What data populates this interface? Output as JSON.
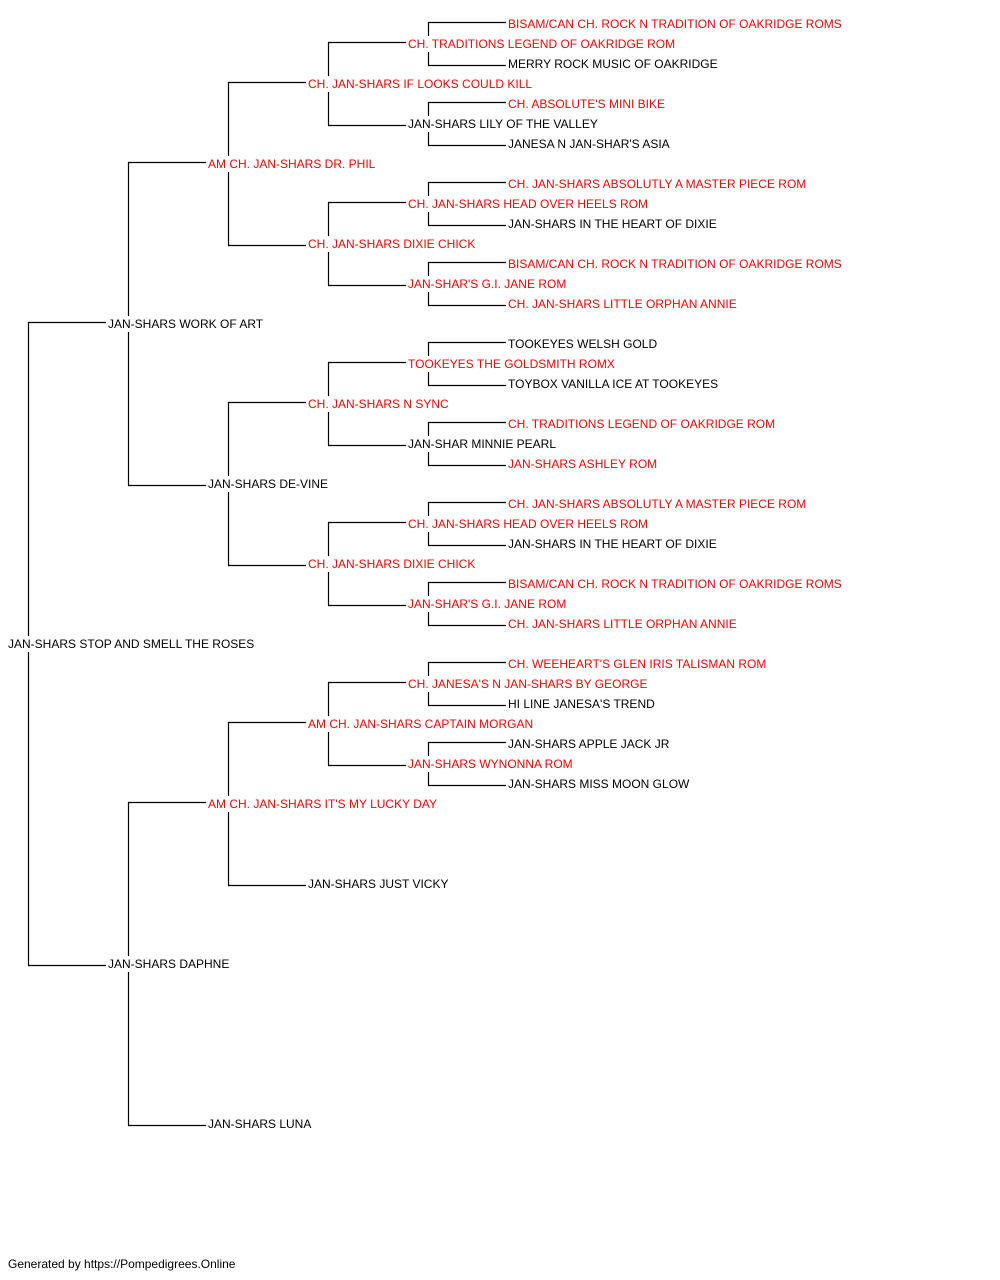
{
  "colors": {
    "titled": "#ff0000",
    "plain": "#000000",
    "line": "#000000"
  },
  "pedigree": {
    "name": "JAN-SHARS STOP AND SMELL THE ROSES",
    "titled": false,
    "sire": {
      "name": "JAN-SHARS WORK OF ART",
      "titled": false,
      "sire": {
        "name": "AM CH. JAN-SHARS DR. PHIL",
        "titled": true,
        "sire": {
          "name": "CH. JAN-SHARS IF LOOKS COULD KILL",
          "titled": true,
          "sire": {
            "name": "CH. TRADITIONS LEGEND OF OAKRIDGE ROM",
            "titled": true,
            "sire": {
              "name": "BISAM/CAN CH. ROCK N TRADITION OF OAKRIDGE ROMS",
              "titled": true
            },
            "dam": {
              "name": "MERRY ROCK MUSIC OF OAKRIDGE",
              "titled": false
            }
          },
          "dam": {
            "name": "JAN-SHARS LILY OF THE VALLEY",
            "titled": false,
            "sire": {
              "name": "CH. ABSOLUTE'S MINI BIKE",
              "titled": true
            },
            "dam": {
              "name": "JANESA N JAN-SHAR'S ASIA",
              "titled": false
            }
          }
        },
        "dam": {
          "name": "CH. JAN-SHARS DIXIE CHICK",
          "titled": true,
          "sire": {
            "name": "CH. JAN-SHARS HEAD OVER HEELS ROM",
            "titled": true,
            "sire": {
              "name": "CH. JAN-SHARS ABSOLUTLY A MASTER PIECE ROM",
              "titled": true
            },
            "dam": {
              "name": "JAN-SHARS IN THE HEART OF DIXIE",
              "titled": false
            }
          },
          "dam": {
            "name": "JAN-SHAR'S G.I. JANE ROM",
            "titled": true,
            "sire": {
              "name": "BISAM/CAN CH. ROCK N TRADITION OF OAKRIDGE ROMS",
              "titled": true
            },
            "dam": {
              "name": "CH. JAN-SHARS LITTLE ORPHAN ANNIE",
              "titled": true
            }
          }
        }
      },
      "dam": {
        "name": "JAN-SHARS DE-VINE",
        "titled": false,
        "sire": {
          "name": "CH. JAN-SHARS N SYNC",
          "titled": true,
          "sire": {
            "name": "TOOKEYES THE GOLDSMITH ROMX",
            "titled": true,
            "sire": {
              "name": "TOOKEYES WELSH GOLD",
              "titled": false
            },
            "dam": {
              "name": "TOYBOX VANILLA ICE AT TOOKEYES",
              "titled": false
            }
          },
          "dam": {
            "name": "JAN-SHAR MINNIE PEARL",
            "titled": false,
            "sire": {
              "name": "CH. TRADITIONS LEGEND OF OAKRIDGE ROM",
              "titled": true
            },
            "dam": {
              "name": "JAN-SHARS ASHLEY ROM",
              "titled": true
            }
          }
        },
        "dam": {
          "name": "CH. JAN-SHARS DIXIE CHICK",
          "titled": true,
          "sire": {
            "name": "CH. JAN-SHARS HEAD OVER HEELS ROM",
            "titled": true,
            "sire": {
              "name": "CH. JAN-SHARS ABSOLUTLY A MASTER PIECE ROM",
              "titled": true
            },
            "dam": {
              "name": "JAN-SHARS IN THE HEART OF DIXIE",
              "titled": false
            }
          },
          "dam": {
            "name": "JAN-SHAR'S G.I. JANE ROM",
            "titled": true,
            "sire": {
              "name": "BISAM/CAN CH. ROCK N TRADITION OF OAKRIDGE ROMS",
              "titled": true
            },
            "dam": {
              "name": "CH. JAN-SHARS LITTLE ORPHAN ANNIE",
              "titled": true
            }
          }
        }
      }
    },
    "dam": {
      "name": "JAN-SHARS DAPHNE",
      "titled": false,
      "sire": {
        "name": "AM CH. JAN-SHARS IT'S MY LUCKY DAY",
        "titled": true,
        "sire": {
          "name": "AM CH. JAN-SHARS CAPTAIN MORGAN",
          "titled": true,
          "sire": {
            "name": "CH. JANESA'S N JAN-SHARS BY GEORGE",
            "titled": true,
            "sire": {
              "name": "CH. WEEHEART'S GLEN IRIS TALISMAN ROM",
              "titled": true
            },
            "dam": {
              "name": "HI LINE JANESA'S TREND",
              "titled": false
            }
          },
          "dam": {
            "name": "JAN-SHARS WYNONNA ROM",
            "titled": true,
            "sire": {
              "name": "JAN-SHARS APPLE JACK JR",
              "titled": false
            },
            "dam": {
              "name": "JAN-SHARS MISS MOON GLOW",
              "titled": false
            }
          }
        },
        "dam": {
          "name": "JAN-SHARS JUST VICKY",
          "titled": false
        }
      },
      "dam": {
        "name": "JAN-SHARS LUNA",
        "titled": false
      }
    }
  },
  "footer": {
    "text": "Generated by https://Pompedigrees.Online"
  }
}
